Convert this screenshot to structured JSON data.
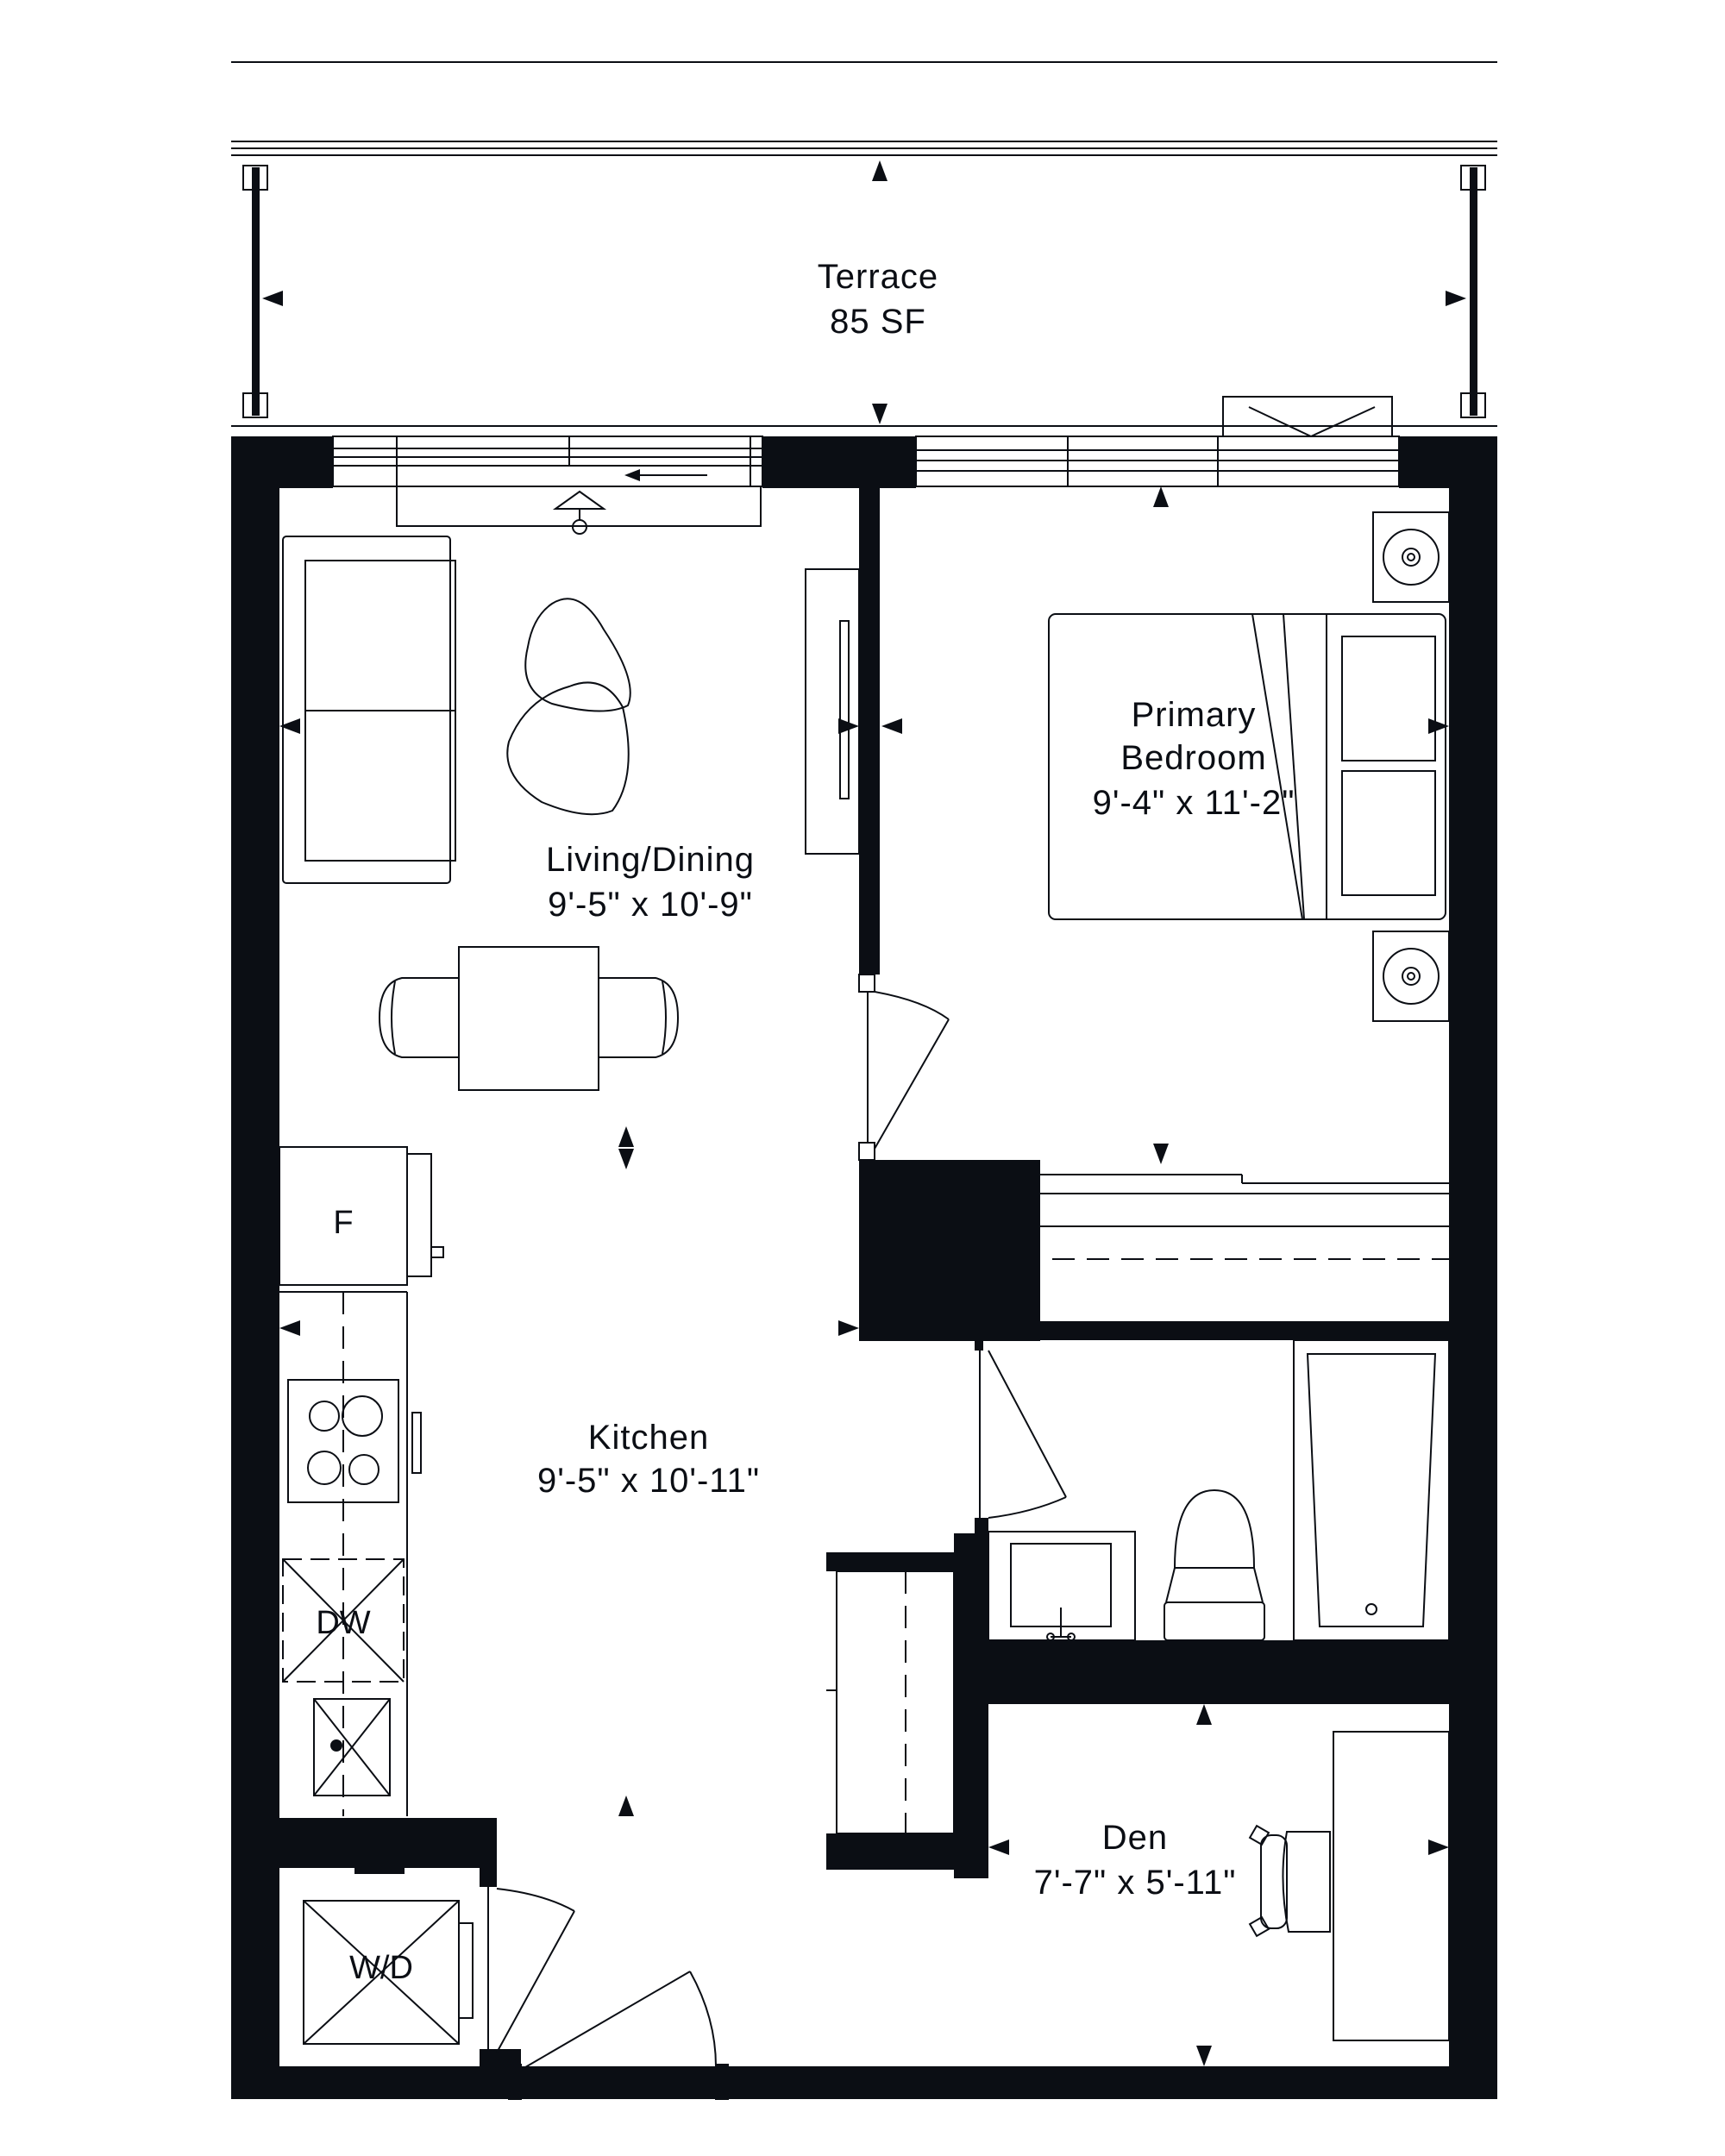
{
  "colors": {
    "wall": "#0b0e14",
    "line": "#0b0e14",
    "background": "#ffffff"
  },
  "rooms": {
    "terrace": {
      "name": "Terrace",
      "dims": "85 SF"
    },
    "primary_bedroom": {
      "name_line1": "Primary",
      "name_line2": "Bedroom",
      "dims": "9'-4\" x 11'-2\""
    },
    "living_dining": {
      "name": "Living/Dining",
      "dims": "9'-5\" x 10'-9\""
    },
    "kitchen": {
      "name": "Kitchen",
      "dims": "9'-5\" x 10'-11\""
    },
    "den": {
      "name": "Den",
      "dims": "7'-7\" x 5'-11\""
    }
  },
  "appliances": {
    "fridge": "F",
    "dishwasher": "DW",
    "washer_dryer": "W/D"
  }
}
